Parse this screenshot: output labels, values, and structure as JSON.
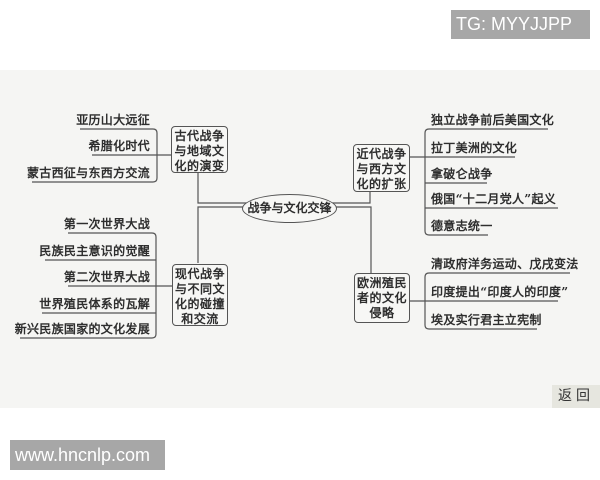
{
  "watermarks": {
    "tg": "TG: MYYJJPP",
    "site": "www.hncnlp.com"
  },
  "diagram": {
    "center": "战争与文化交锋",
    "branches": [
      {
        "label": "古代战争\n与地域文\n化的演变",
        "items": [
          "亚历山大远征",
          "希腊化时代",
          "蒙古西征与东西方交流"
        ]
      },
      {
        "label": "现代战争\n与不同文\n化的碰撞\n和交流",
        "items": [
          "第一次世界大战",
          "民族民主意识的觉醒",
          "第二次世界大战",
          "世界殖民体系的瓦解",
          "新兴民族国家的文化发展"
        ]
      },
      {
        "label": "近代战争\n与西方文\n化的扩张",
        "items": [
          "独立战争前后美国文化",
          "拉丁美洲的文化",
          "拿破仑战争",
          "俄国“十二月党人”起义",
          "德意志统一"
        ]
      },
      {
        "label": "欧洲殖民\n者的文化\n侵略",
        "items": [
          "清政府洋务运动、戊戌变法",
          "印度提出“印度人的印度”",
          "埃及实行君主立宪制"
        ]
      }
    ]
  },
  "nav": {
    "back_label": "返回"
  },
  "colors": {
    "panel_bg": "#f5f5f3",
    "line": "#555555",
    "text": "#2e2e2e",
    "badge_bg": "#a7a7a7",
    "back_bg": "#e6e6df"
  }
}
